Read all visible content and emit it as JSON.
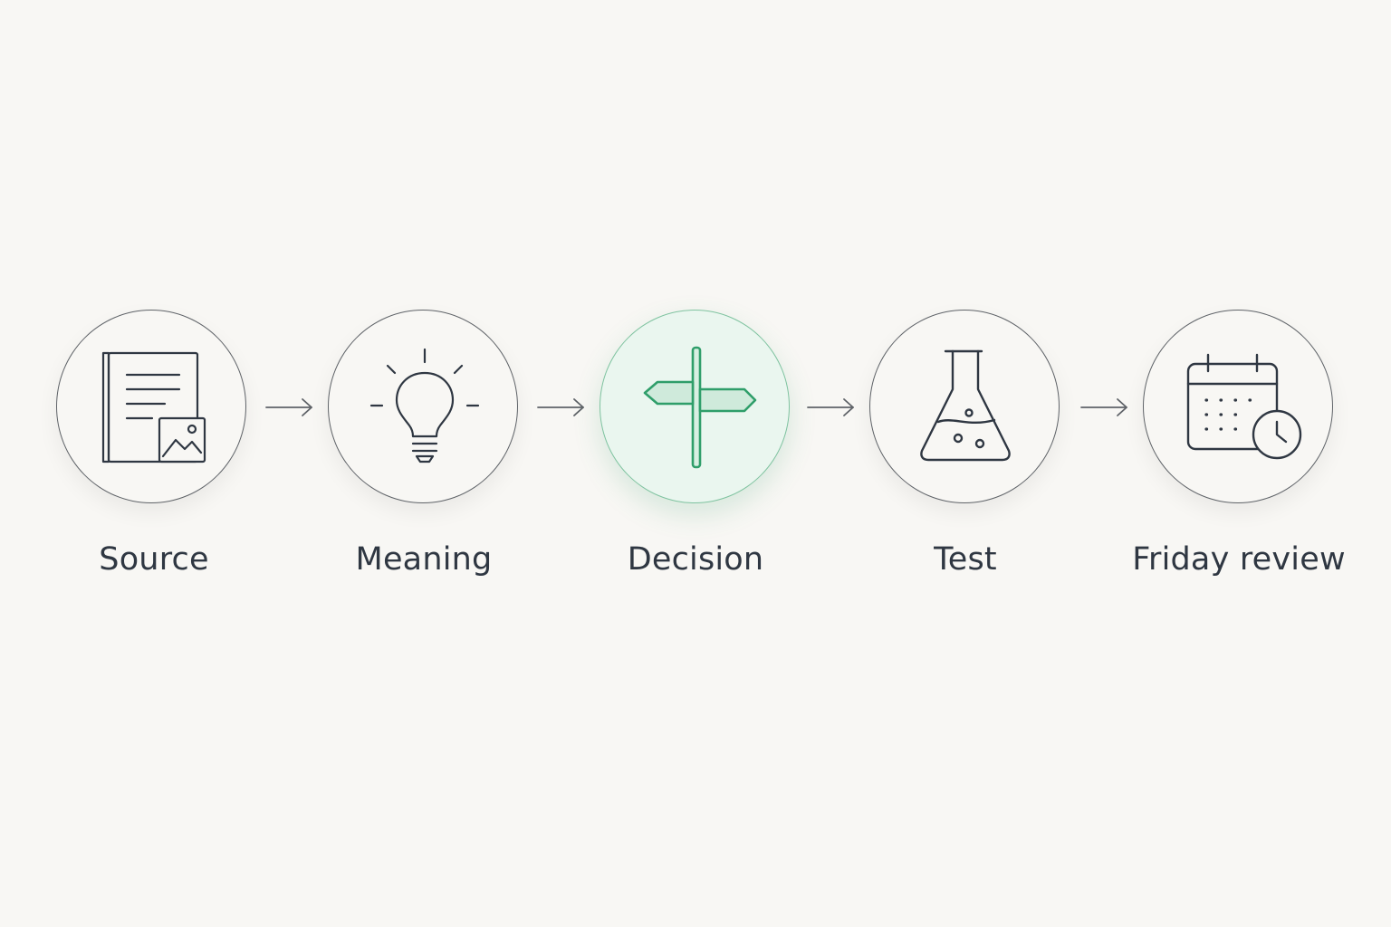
{
  "flow": {
    "steps": [
      {
        "label": "Source",
        "icon": "document-image-icon",
        "active": false
      },
      {
        "label": "Meaning",
        "icon": "lightbulb-icon",
        "active": false
      },
      {
        "label": "Decision",
        "icon": "signpost-icon",
        "active": true
      },
      {
        "label": "Test",
        "icon": "flask-icon",
        "active": false
      },
      {
        "label": "Friday review",
        "icon": "calendar-clock-icon",
        "active": false
      }
    ]
  },
  "colors": {
    "background": "#f8f7f4",
    "stroke": "#5f6368",
    "icon_dark": "#2f3742",
    "accent": "#2f9e6a",
    "accent_fill": "#eaf6ef"
  }
}
